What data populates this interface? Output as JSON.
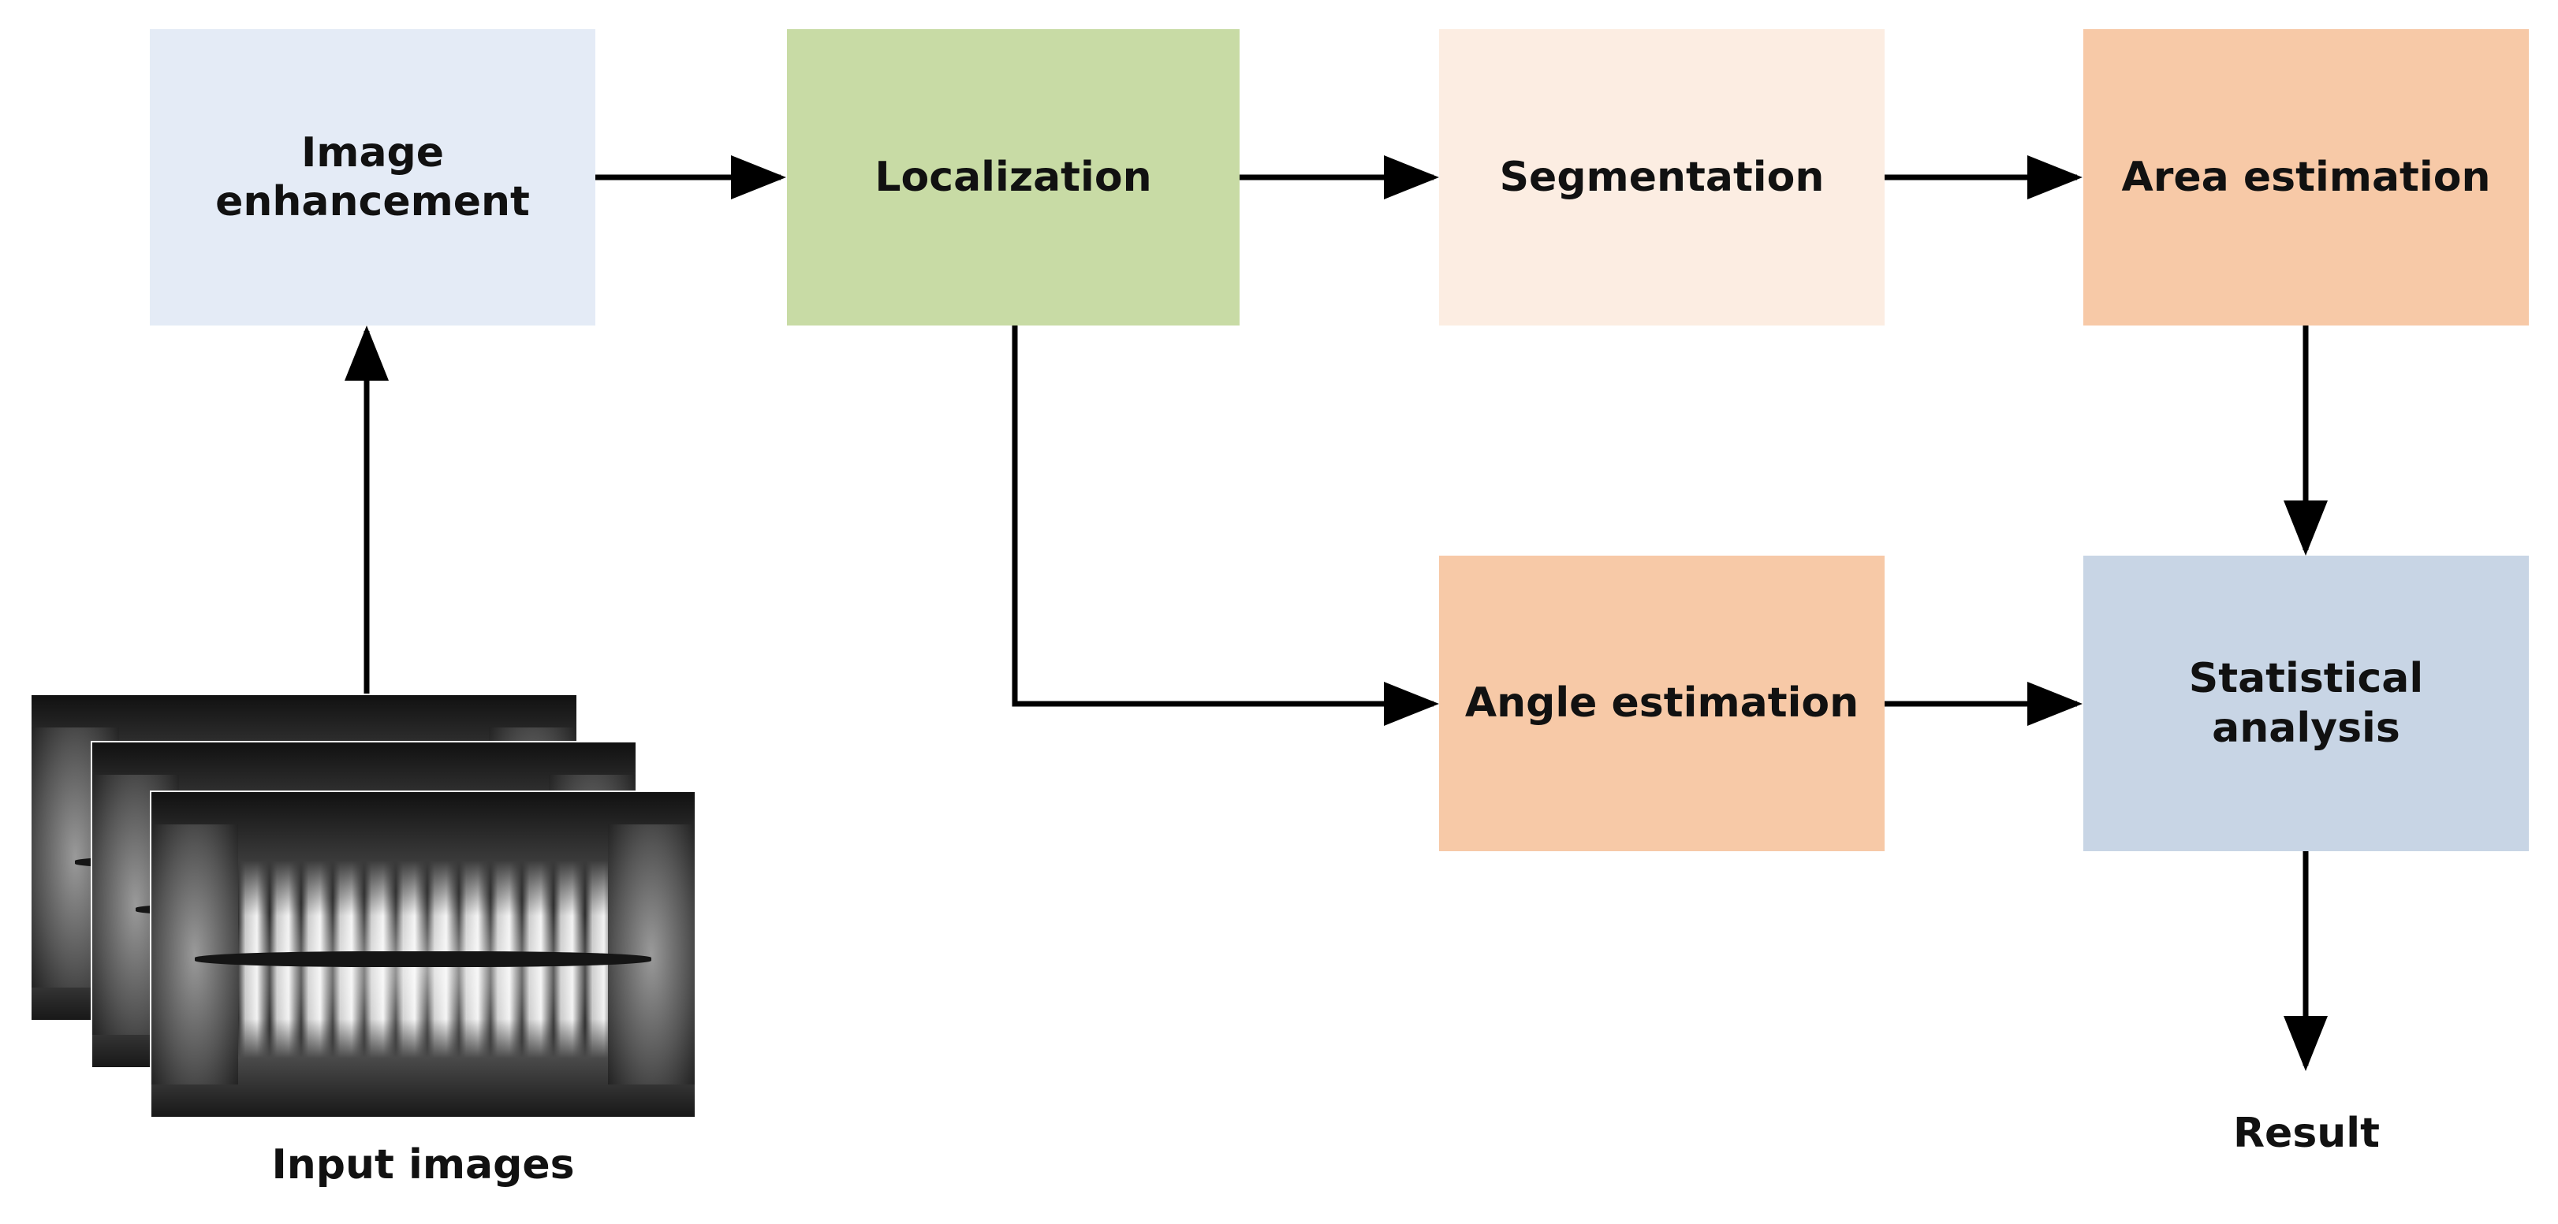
{
  "nodes": {
    "image_enhancement": {
      "label": "Image enhancement",
      "color": "#e4ebf6"
    },
    "localization": {
      "label": "Localization",
      "color": "#c8dba5"
    },
    "segmentation": {
      "label": "Segmentation",
      "color": "#fcede2"
    },
    "area_estimation": {
      "label": "Area estimation",
      "color": "#f7c9a7"
    },
    "angle_estimation": {
      "label": "Angle estimation",
      "color": "#f7c9a7"
    },
    "statistical_analysis": {
      "label": "Statistical analysis",
      "color": "#c8d5e5"
    }
  },
  "input": {
    "label": "Input images",
    "count": 3,
    "icon": "panoramic-dental-xray-image"
  },
  "output": {
    "label": "Result"
  },
  "edges": [
    {
      "from": "input_images",
      "to": "image_enhancement"
    },
    {
      "from": "image_enhancement",
      "to": "localization"
    },
    {
      "from": "localization",
      "to": "segmentation"
    },
    {
      "from": "segmentation",
      "to": "area_estimation"
    },
    {
      "from": "localization",
      "to": "angle_estimation"
    },
    {
      "from": "area_estimation",
      "to": "statistical_analysis"
    },
    {
      "from": "angle_estimation",
      "to": "statistical_analysis"
    },
    {
      "from": "statistical_analysis",
      "to": "result"
    }
  ],
  "colors": {
    "arrow": "#000000",
    "text": "#111111"
  }
}
